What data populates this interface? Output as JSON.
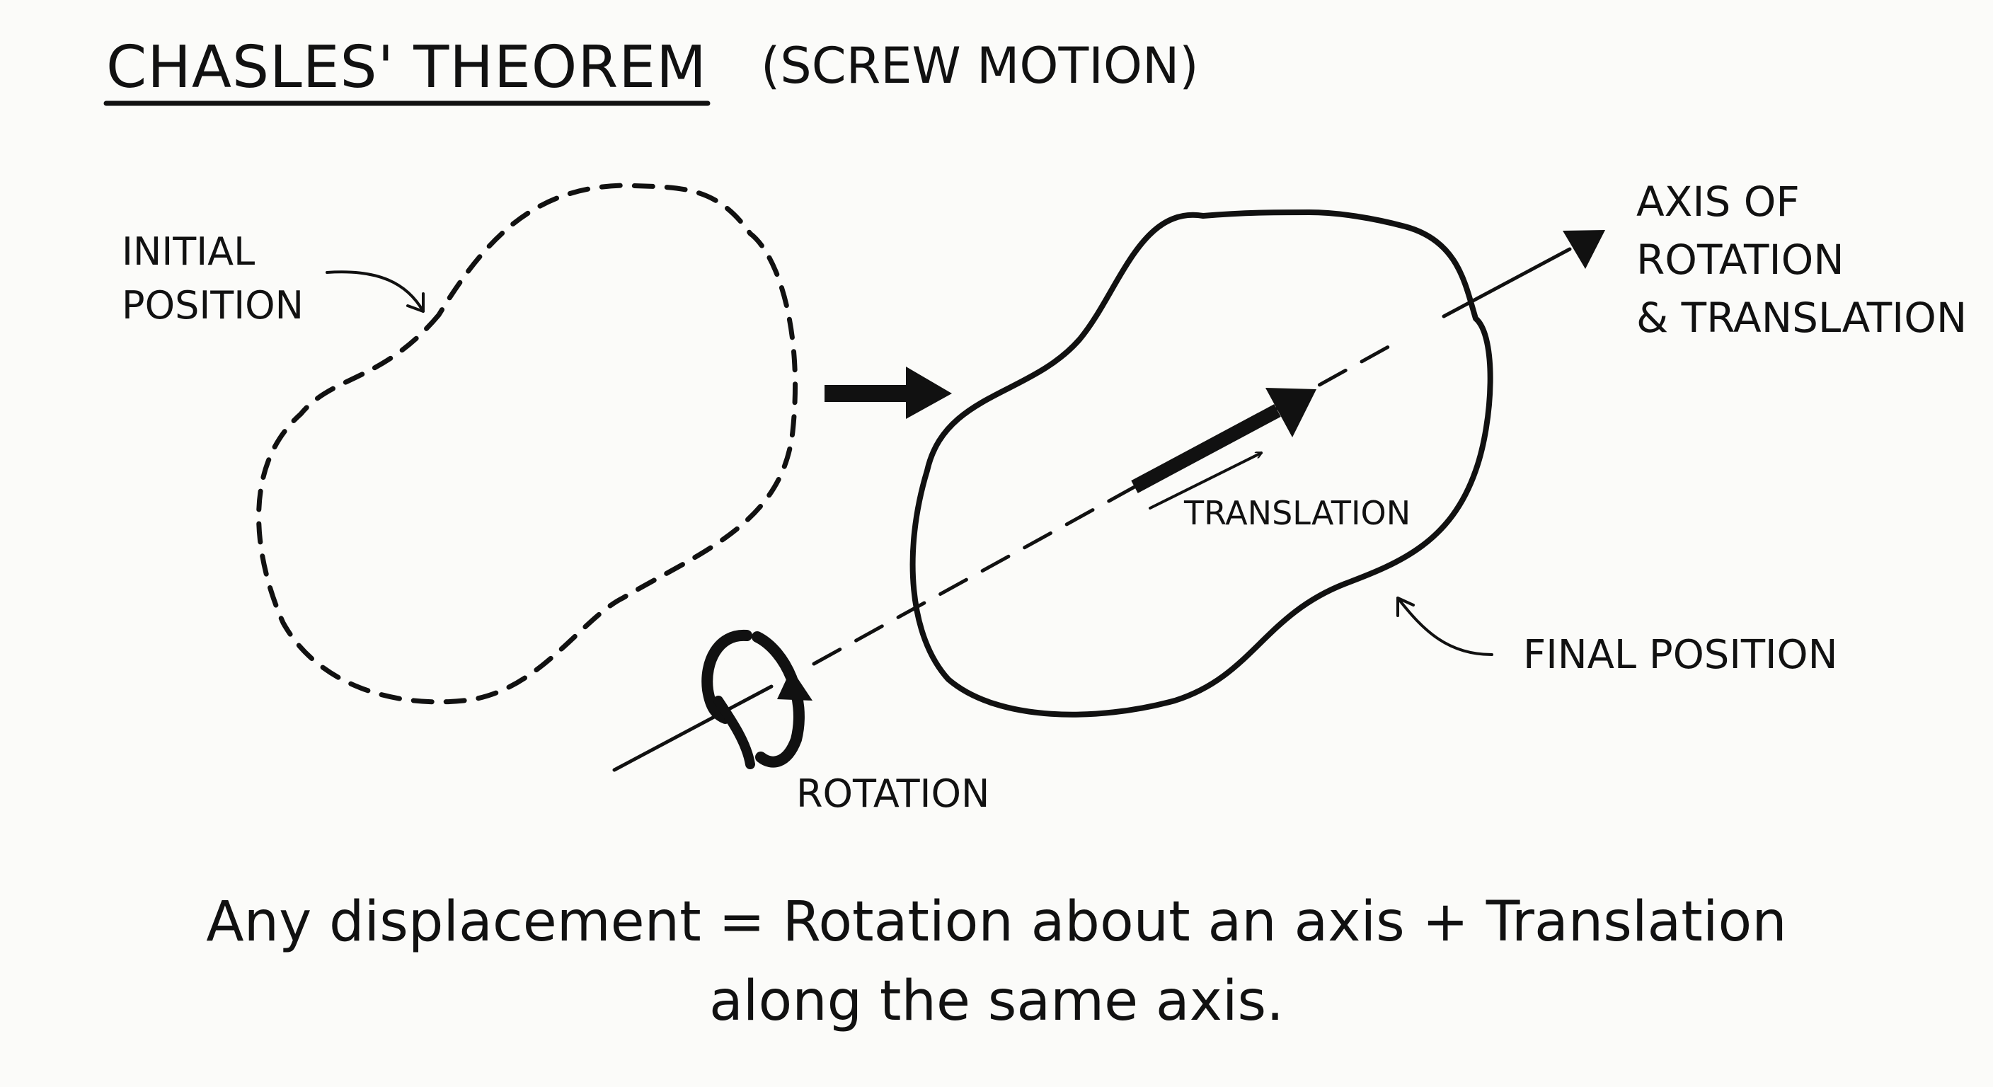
{
  "header": {
    "title": "CHASLES' THEOREM",
    "subtitle": "(SCREW MOTION)"
  },
  "labels": {
    "initial_line1": "INITIAL",
    "initial_line2": "POSITION",
    "axis_line1": "AXIS OF",
    "axis_line2": "ROTATION",
    "axis_line3": "& TRANSLATION",
    "translation": "TRANSLATION",
    "final_position": "FINAL POSITION",
    "rotation": "ROTATION"
  },
  "equation": {
    "line1": "Any displacement = Rotation about an axis + Translation",
    "line2": "along the same axis."
  },
  "colors": {
    "ink": "#111111",
    "paper": "#fbfbf9"
  }
}
